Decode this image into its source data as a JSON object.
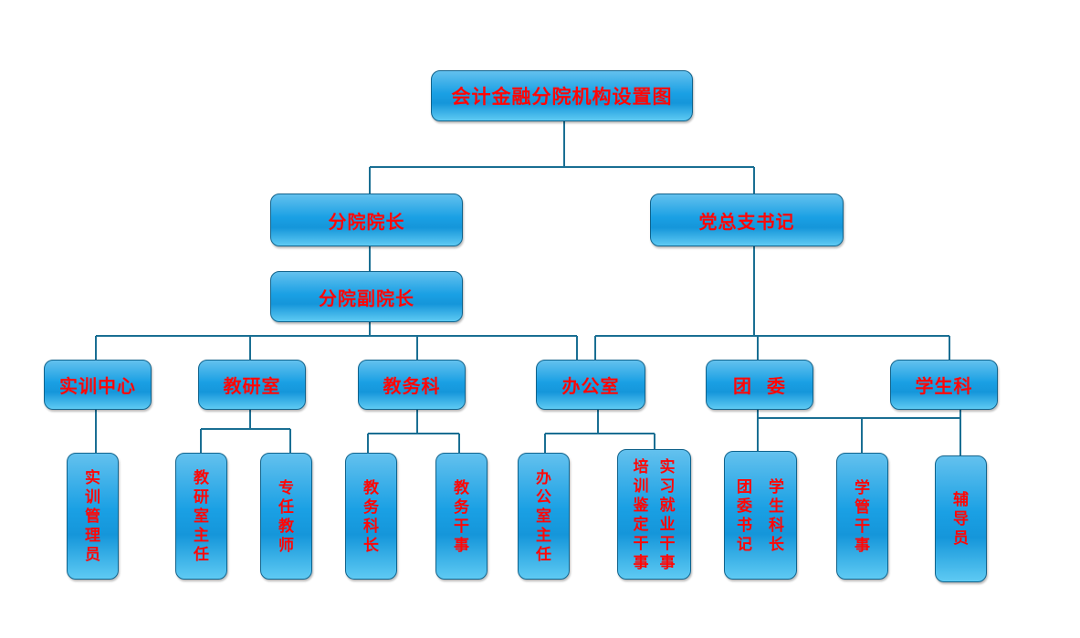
{
  "title": "会计金融分院机构设置图",
  "level1": {
    "dean": "分院院长",
    "party_secretary": "党总支书记"
  },
  "level2": {
    "vice_dean": "分院副院长"
  },
  "departments": {
    "training_center": "实训中心",
    "teaching_research": "教研室",
    "academic_affairs": "教务科",
    "office": "办公室",
    "youth_league": "团  委",
    "student_affairs": "学生科"
  },
  "positions": {
    "training_manager": "实训管理员",
    "research_director": "教研室主任",
    "fulltime_teacher": "专任教师",
    "academic_chief": "教务科长",
    "academic_clerk": "教务干事",
    "office_director": "办公室主任",
    "appraisal_clerk": "培训鉴定干事",
    "internship_clerk": "实习就业干事",
    "league_secretary": "团委书记",
    "student_chief": "学生科长",
    "student_clerk": "学管干事",
    "counselor": "辅导员"
  }
}
